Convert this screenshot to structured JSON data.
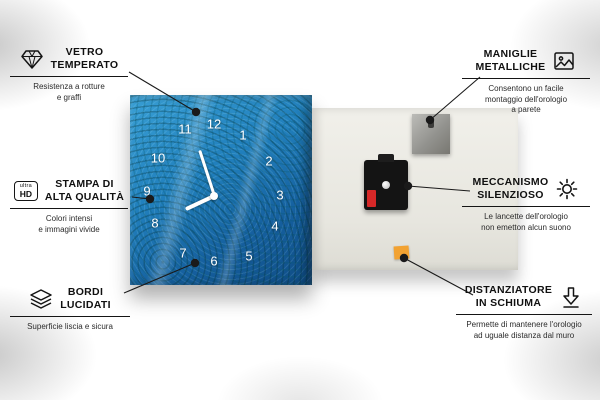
{
  "colors": {
    "line": "#1a1a1a",
    "clock_blue": "#2180bd",
    "back_panel": "#e7e6df",
    "foam_orange": "#f2a231",
    "battery_red": "#d62828",
    "mechanism_black": "#141414"
  },
  "clock": {
    "numbers": [
      "1",
      "2",
      "3",
      "4",
      "5",
      "6",
      "7",
      "8",
      "9",
      "10",
      "11",
      "12"
    ]
  },
  "callouts": {
    "vetro": {
      "title": "VETRO\nTEMPERATO",
      "subtitle": "Resistenza a rotture\ne graffi"
    },
    "stampa": {
      "title": "STAMPA DI\nALTA QUALITÀ",
      "subtitle": "Colori intensi\ne immagini vivide",
      "icon_top": "ultra",
      "icon_bottom": "HD"
    },
    "bordi": {
      "title": "BORDI\nLUCIDATI",
      "subtitle": "Superficie liscia e sicura"
    },
    "maniglie": {
      "title": "MANIGLIE\nMETALLICHE",
      "subtitle": "Consentono un facile\nmontaggio dell'orologio\na parete"
    },
    "meccanismo": {
      "title": "MECCANISMO\nSILENZIOSO",
      "subtitle": "Le lancette dell'orologio\nnon emetton alcun suono"
    },
    "distanziatore": {
      "title": "DISTANZIATORE\nIN SCHIUMA",
      "subtitle": "Permette di mantenere l'orologio\nad uguale distanza dal muro"
    }
  }
}
